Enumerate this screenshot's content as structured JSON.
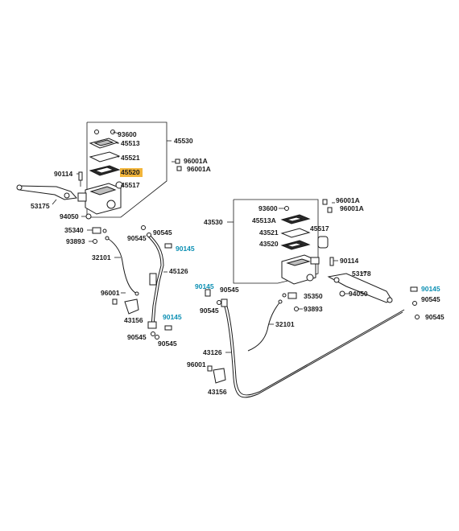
{
  "left_assembly": {
    "part_93600": "93600",
    "part_45513": "45513",
    "part_45521": "45521",
    "part_45520": "45520",
    "part_45517": "45517",
    "part_45530": "45530",
    "part_96001A_1": "96001A",
    "part_96001A_2": "96001A",
    "part_90114": "90114",
    "part_53175": "53175",
    "part_94050": "94050",
    "part_35340": "35340",
    "part_93893": "93893",
    "part_32101": "32101",
    "part_90545_a": "90545",
    "part_90545_b": "90545",
    "part_90145_a": "90145",
    "part_45126": "45126",
    "part_96001": "96001",
    "part_43156": "43156",
    "part_90145_b": "90145",
    "part_90545_c": "90545",
    "part_90545_d": "90545"
  },
  "right_assembly": {
    "part_43530": "43530",
    "part_93600": "93600",
    "part_45513A": "45513A",
    "part_43521": "43521",
    "part_43520": "43520",
    "part_45517": "45517",
    "part_96001A_1": "96001A",
    "part_96001A_2": "96001A",
    "part_90114": "90114",
    "part_53178": "53178",
    "part_94050": "94050",
    "part_35350": "35350",
    "part_93893": "93893",
    "part_32101": "32101",
    "part_90145_a": "90145",
    "part_90545_a": "90545",
    "part_90545_b": "90545",
    "part_43126": "43126",
    "part_96001": "96001",
    "part_43156": "43156",
    "part_90145_b": "90145",
    "part_90545_c": "90545",
    "part_90545_d": "90545"
  },
  "colors": {
    "highlight": "#f2b53a",
    "cyan_label": "#0b8fb3",
    "ink": "#1a1a1a"
  }
}
